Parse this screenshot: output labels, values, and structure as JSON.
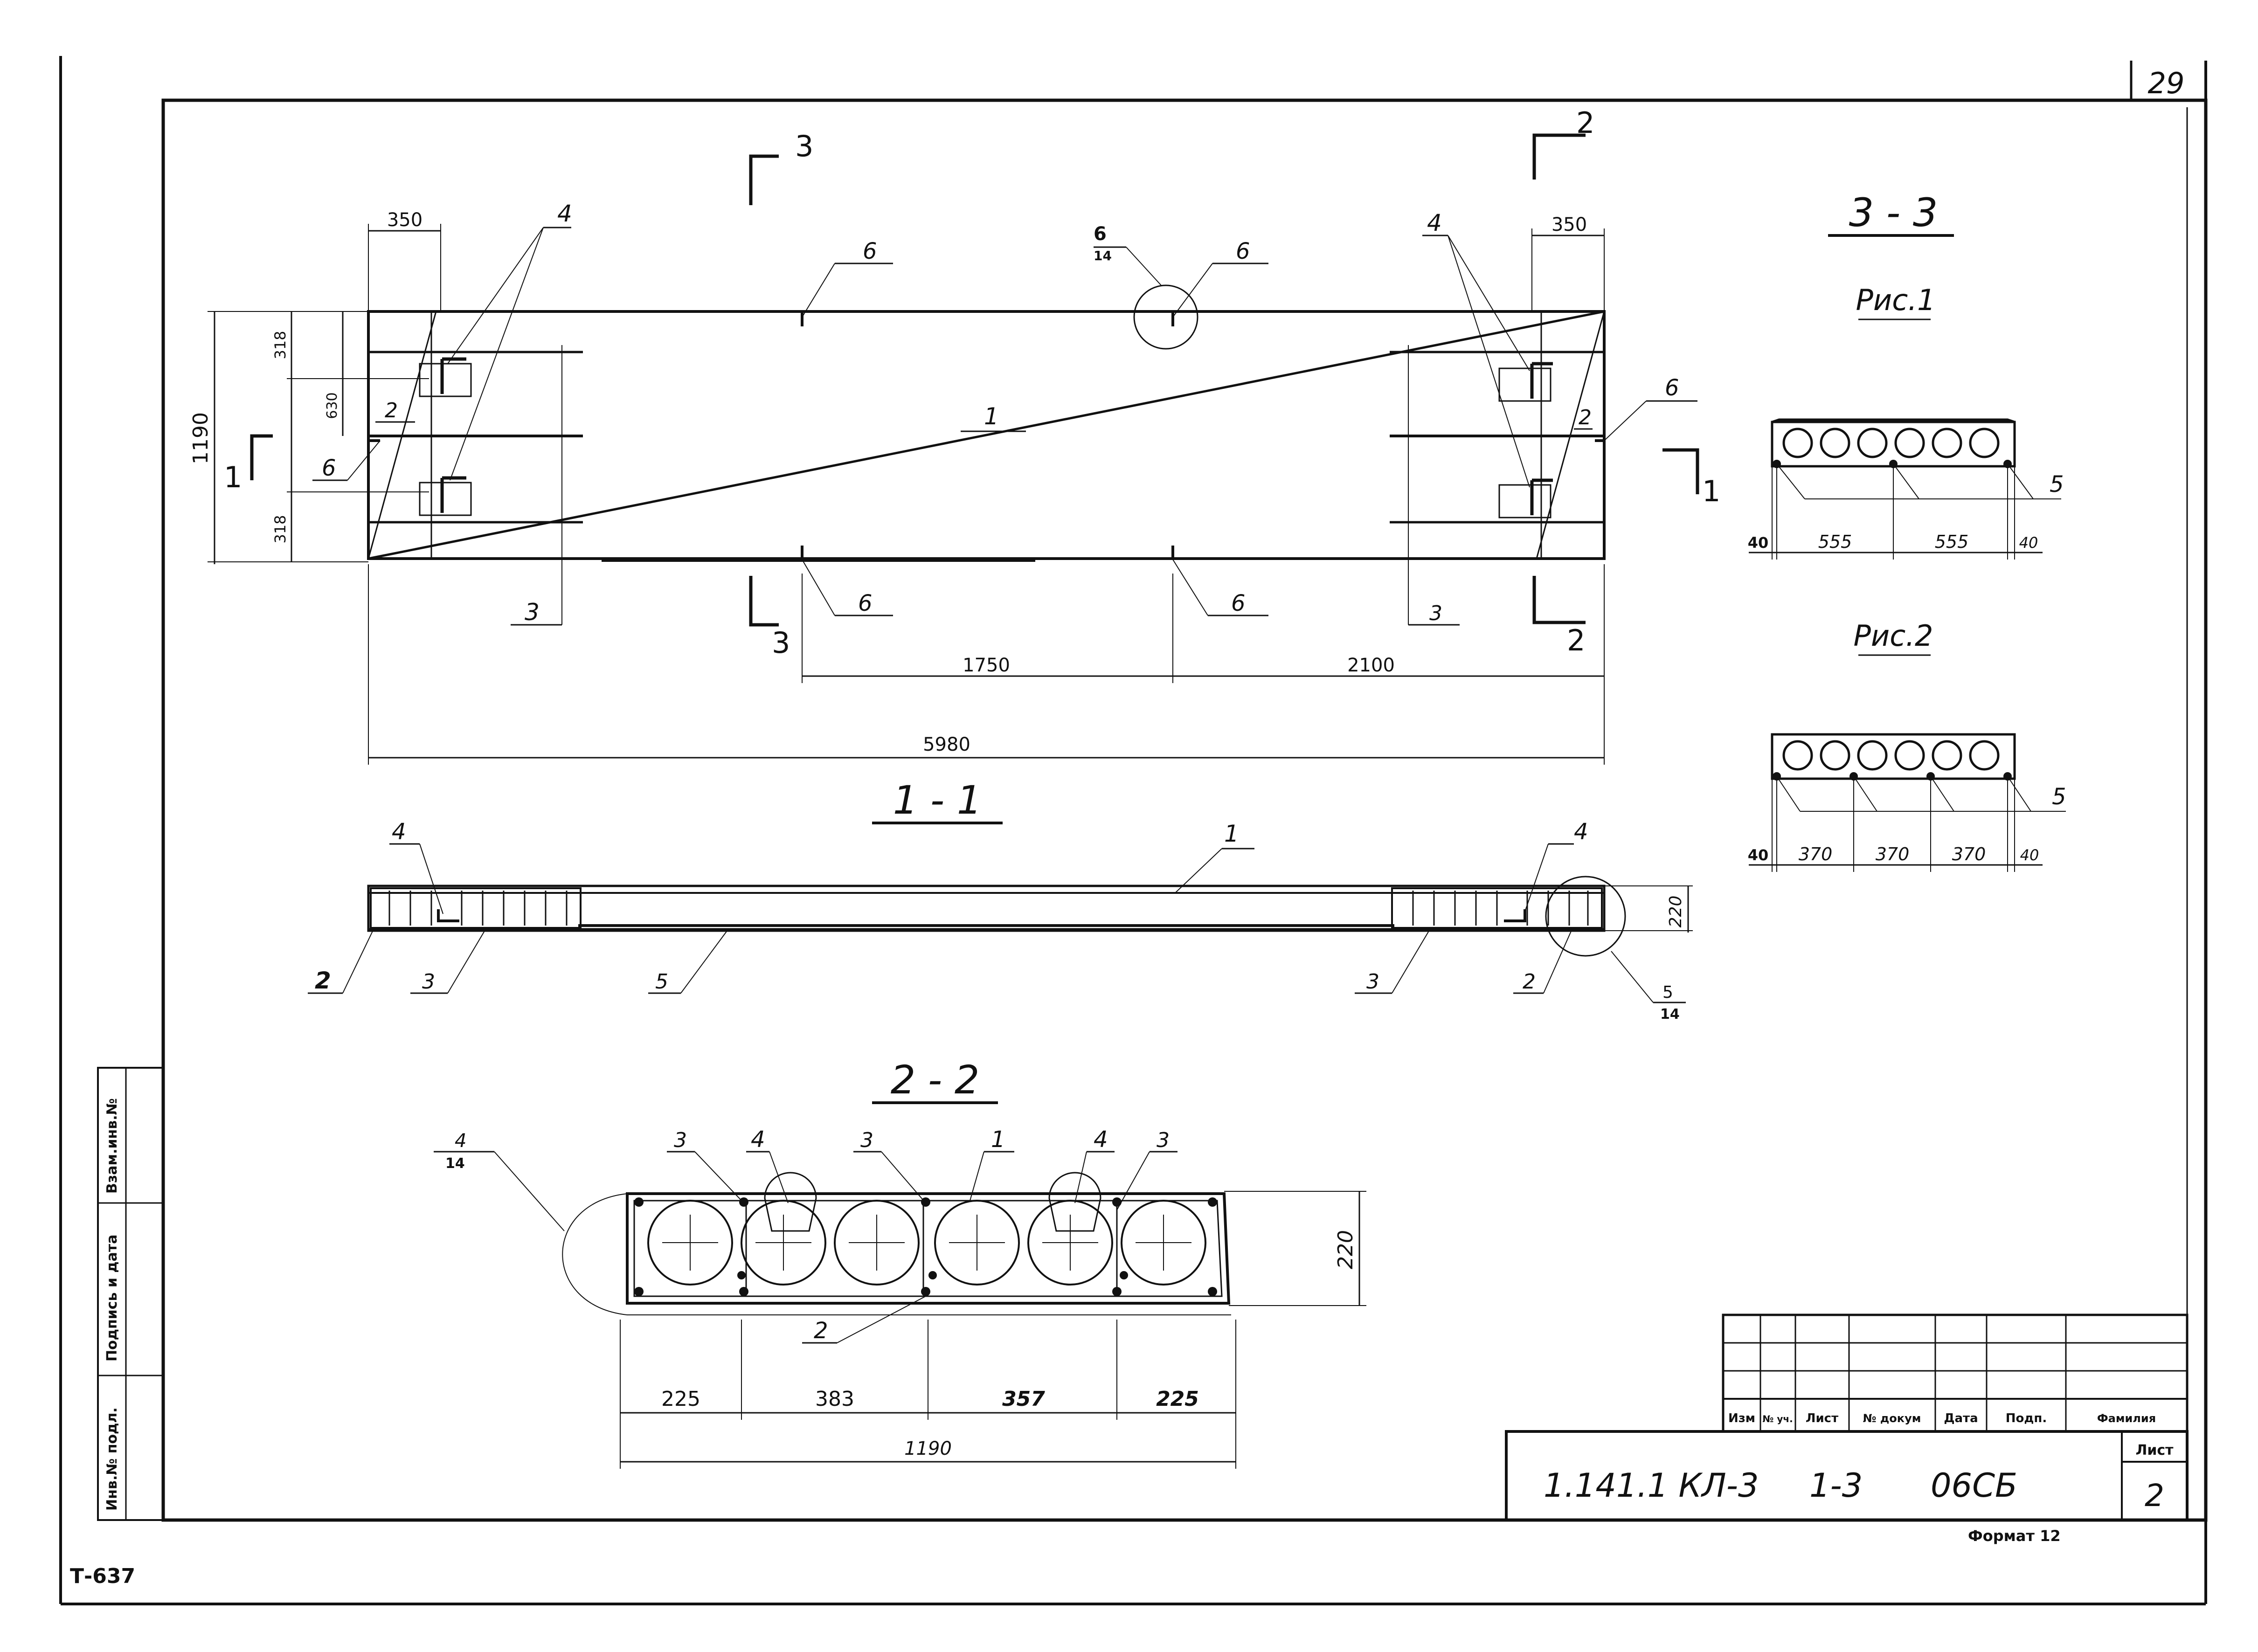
{
  "sheet": {
    "page_number": "29",
    "stamp_left": "Т-637",
    "format_label": "Формат 12"
  },
  "side_table": {
    "col1": "Инв.№ подл.",
    "col2": "Подпись и дата",
    "col3": "Взам.инв.№"
  },
  "plan": {
    "section_marks": {
      "s3": "3",
      "s2": "2",
      "s1": "1"
    },
    "callouts": {
      "c4": "4",
      "c6": "6",
      "c1": "1",
      "c2": "2",
      "c3": "3"
    },
    "node_ref_num": "6",
    "node_ref_den": "14",
    "dims": {
      "d350": "350",
      "d318": "318",
      "d630": "630",
      "d1190": "1190",
      "d1750": "1750",
      "d2100": "2100",
      "d5980": "5980"
    }
  },
  "section_1_1": {
    "title": "1 - 1",
    "callouts": {
      "c1": "1",
      "c2": "2",
      "c3": "3",
      "c4": "4",
      "c5": "5"
    },
    "node_ref_num": "5",
    "node_ref_den": "14",
    "dim_height": "220"
  },
  "section_2_2": {
    "title": "2 - 2",
    "callouts": {
      "c1": "1",
      "c2": "2",
      "c3": "3",
      "c4": "4"
    },
    "node_ref_num": "4",
    "node_ref_den": "14",
    "dims": {
      "h220": "220",
      "d225": "225",
      "d383": "383",
      "d357": "357",
      "d1190": "1190"
    }
  },
  "section_3_3": {
    "title": "3 - 3",
    "fig1": {
      "label": "Рис.1",
      "callout": "5",
      "dims": {
        "d40": "40",
        "d555": "555"
      }
    },
    "fig2": {
      "label": "Рис.2",
      "callout": "5",
      "dims": {
        "d40": "40",
        "d370": "370"
      }
    }
  },
  "title_block": {
    "headers": {
      "izm": "Изм",
      "nuch": "№ уч.",
      "list": "Лист",
      "ndok": "№ докум",
      "data": "Дата",
      "podp": "Подп.",
      "fam": "Фамилия"
    },
    "code_1": "1.141.1 КЛ-3",
    "code_2": "1-3",
    "code_3": "06СБ",
    "sheet_label": "Лист",
    "sheet_number": "2"
  }
}
